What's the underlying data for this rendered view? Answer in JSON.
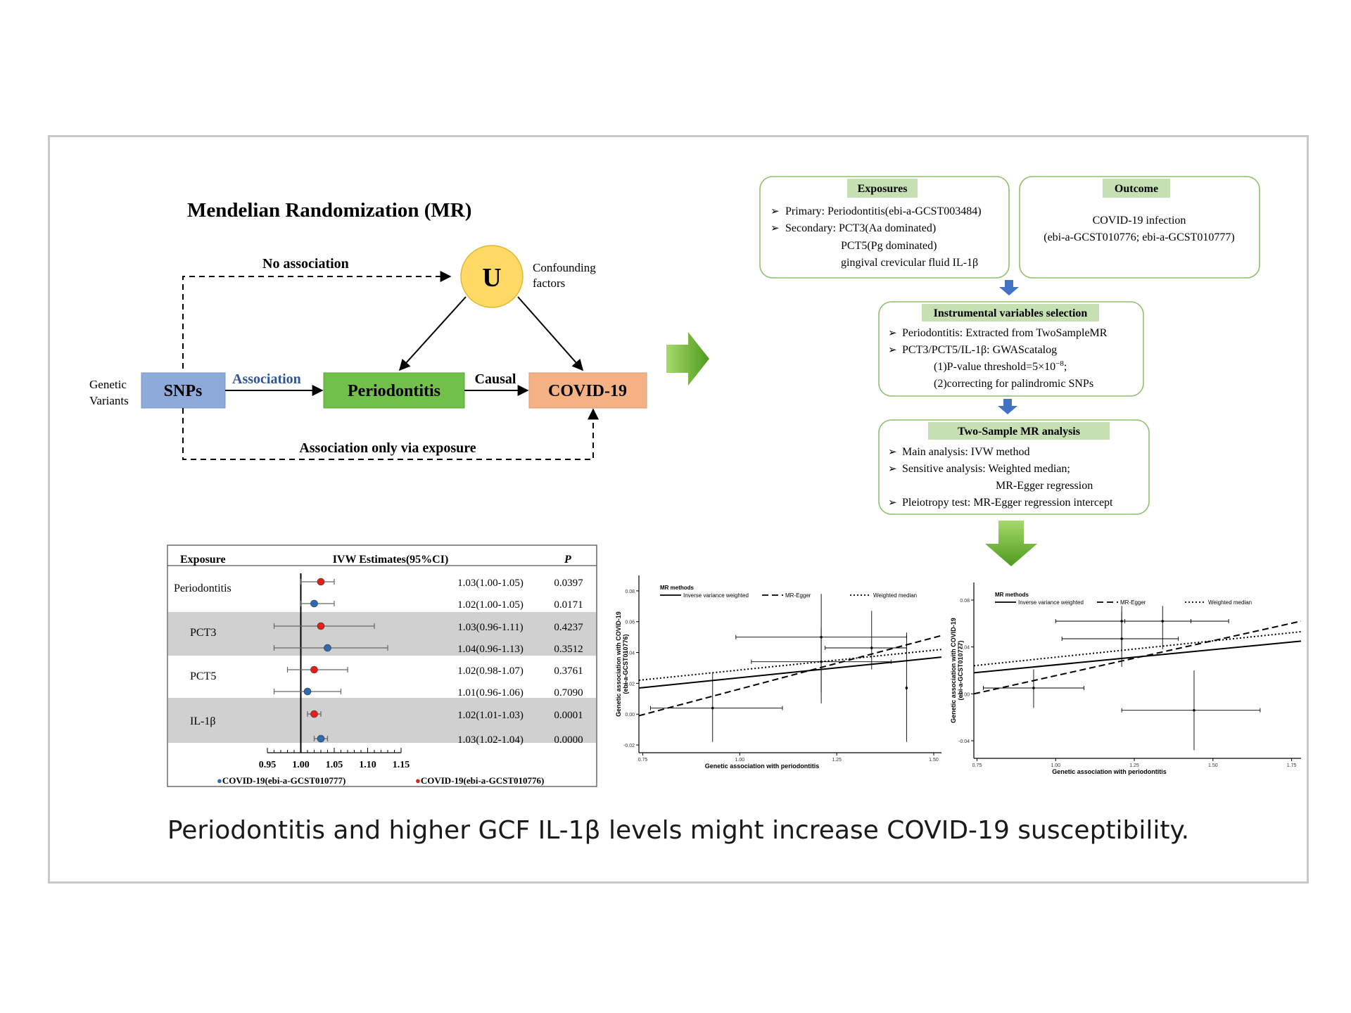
{
  "mr": {
    "title": "Mendelian Randomization (MR)",
    "u": "U",
    "confounding_1": "Confounding",
    "confounding_2": "factors",
    "no_assoc": "No association",
    "genetic_1": "Genetic",
    "genetic_2": "Variants",
    "snps": "SNPs",
    "association": "Association",
    "periodontitis": "Periodontitis",
    "causal": "Causal",
    "covid": "COVID-19",
    "via_exposure": "Association only via exposure",
    "colors": {
      "snps": "#8eaadb",
      "perio": "#70c04a",
      "covid": "#f4b183",
      "u": "#ffd966",
      "assoc_text": "#2f5597"
    }
  },
  "flow": {
    "exposures_title": "Exposures",
    "exposures_lines": [
      "Primary: Periodontitis(ebi-a-GCST003484)",
      "Secondary: PCT3(Aa dominated)",
      "PCT5(Pg dominated)",
      "gingival crevicular fluid IL-1β"
    ],
    "outcome_title": "Outcome",
    "outcome_lines": [
      "COVID-19 infection",
      "(ebi-a-GCST010776; ebi-a-GCST010777)"
    ],
    "iv_title": "Instrumental variables selection",
    "iv_lines": [
      "Periodontitis: Extracted from TwoSampleMR",
      "PCT3/PCT5/IL-1β: GWAScatalog",
      "(1)P-value threshold=5×10",
      "(2)correcting for palindromic SNPs"
    ],
    "iv_sup": "−8",
    "iv_tail": ";",
    "mr_title": "Two-Sample MR analysis",
    "mr_lines": [
      "Main analysis: IVW method",
      "Sensitive analysis: Weighted median;",
      "MR-Egger regression",
      "Pleiotropy test: MR-Egger regression intercept"
    ],
    "colors": {
      "box_border": "#8dc16b",
      "title_bg": "#c6e0b4",
      "arrow": "#4472c4",
      "big_arrow": "#70b62c"
    }
  },
  "forest": {
    "headers": {
      "exposure": "Exposure",
      "estimate": "IVW Estimates(95%CI)",
      "p": "P"
    },
    "groups": [
      "Periodontitis",
      "PCT3",
      "PCT5",
      "IL-1β"
    ],
    "rows": [
      {
        "estimate": "1.03(1.00-1.05)",
        "p": "0.0397"
      },
      {
        "estimate": "1.02(1.00-1.05)",
        "p": "0.0171"
      },
      {
        "estimate": "1.03(0.96-1.11)",
        "p": "0.4237"
      },
      {
        "estimate": "1.04(0.96-1.13)",
        "p": "0.3512"
      },
      {
        "estimate": "1.02(0.98-1.07)",
        "p": "0.3761"
      },
      {
        "estimate": "1.01(0.96-1.06)",
        "p": "0.7090"
      },
      {
        "estimate": "1.02(1.01-1.03)",
        "p": "0.0001"
      },
      {
        "estimate": "1.03(1.02-1.04)",
        "p": "0.0000"
      }
    ],
    "axis_ticks": [
      "0.95",
      "1.00",
      "1.05",
      "1.10",
      "1.15"
    ],
    "legend_blue": "COVID-19(ebi-a-GCST010777)",
    "legend_red": "COVID-19(ebi-a-GCST010776)",
    "colors": {
      "red": "#e0201b",
      "blue": "#2e6ab0",
      "shade": "#d0d0d0"
    }
  },
  "chart_data": [
    {
      "type": "forest",
      "series": [
        {
          "name": "COVID-19(ebi-a-GCST010776)",
          "color": "#e0201b",
          "values": [
            1.03,
            1.03,
            1.02,
            1.02
          ],
          "lower": [
            1.0,
            0.96,
            0.98,
            1.01
          ],
          "upper": [
            1.05,
            1.11,
            1.07,
            1.03
          ]
        },
        {
          "name": "COVID-19(ebi-a-GCST010777)",
          "color": "#2e6ab0",
          "values": [
            1.02,
            1.04,
            1.01,
            1.03
          ],
          "lower": [
            1.0,
            0.96,
            0.96,
            1.02
          ],
          "upper": [
            1.05,
            1.13,
            1.06,
            1.04
          ]
        }
      ],
      "categories": [
        "Periodontitis",
        "PCT3",
        "PCT5",
        "IL-1β"
      ],
      "xlim": [
        0.95,
        1.15
      ]
    },
    {
      "type": "scatter",
      "title": "MR methods",
      "xlabel": "Genetic association with periodontitis",
      "ylabel_1": "Genetic association with COVID-19",
      "ylabel_2": "(ebi-a-GCST010776)",
      "x_ticks": [
        "0.75",
        "1.00",
        "1.25",
        "1.50"
      ],
      "y_ticks": [
        "-0.02",
        "0.00",
        "0.02",
        "0.04",
        "0.06",
        "0.08"
      ],
      "xlim": [
        0.74,
        1.52
      ],
      "ylim": [
        -0.025,
        0.09
      ],
      "legend": [
        "Inverse variance weighted",
        "MR-Egger",
        "Weighted median"
      ],
      "points": [
        {
          "x": 0.93,
          "y": 0.004,
          "xlo": 0.77,
          "xhi": 1.11,
          "ylo": -0.018,
          "yhi": 0.027
        },
        {
          "x": 1.21,
          "y": 0.05,
          "xlo": 0.99,
          "xhi": 1.43,
          "ylo": 0.007,
          "yhi": 0.078
        },
        {
          "x": 1.34,
          "y": 0.043,
          "xlo": 1.22,
          "xhi": 1.43,
          "ylo": 0.029,
          "yhi": 0.067
        },
        {
          "x": 1.21,
          "y": 0.034,
          "xlo": 1.03,
          "xhi": 1.39,
          "ylo": 0.014,
          "yhi": 0.056
        },
        {
          "x": 1.43,
          "y": 0.017,
          "xlo": 1.43,
          "xhi": 1.43,
          "ylo": -0.018,
          "yhi": 0.053
        }
      ],
      "lines": {
        "ivw": [
          [
            0.74,
            0.017
          ],
          [
            1.52,
            0.037
          ]
        ],
        "egger": [
          [
            0.74,
            -0.001
          ],
          [
            1.52,
            0.051
          ]
        ],
        "median": [
          [
            0.74,
            0.022
          ],
          [
            1.52,
            0.042
          ]
        ]
      }
    },
    {
      "type": "scatter",
      "title": "MR methods",
      "xlabel": "Genetic association with periodontitis",
      "ylabel_1": "Genetic association with COVID-19",
      "ylabel_2": "(ebi-a-GCST010777)",
      "x_ticks": [
        "0.75",
        "1.00",
        "1.25",
        "1.50",
        "1.75"
      ],
      "y_ticks": [
        "-0.04",
        "0.00",
        "0.04",
        "0.08"
      ],
      "xlim": [
        0.74,
        1.78
      ],
      "ylim": [
        -0.055,
        0.095
      ],
      "legend": [
        "Inverse variance weighted",
        "MR-Egger",
        "Weighted median"
      ],
      "points": [
        {
          "x": 0.93,
          "y": 0.005,
          "xlo": 0.77,
          "xhi": 1.09,
          "ylo": -0.012,
          "yhi": 0.021
        },
        {
          "x": 1.21,
          "y": 0.062,
          "xlo": 1.0,
          "xhi": 1.43,
          "ylo": 0.038,
          "yhi": 0.075
        },
        {
          "x": 1.34,
          "y": 0.062,
          "xlo": 1.22,
          "xhi": 1.55,
          "ylo": 0.038,
          "yhi": 0.075
        },
        {
          "x": 1.21,
          "y": 0.047,
          "xlo": 1.02,
          "xhi": 1.39,
          "ylo": 0.023,
          "yhi": 0.07
        },
        {
          "x": 1.44,
          "y": -0.014,
          "xlo": 1.21,
          "xhi": 1.65,
          "ylo": -0.048,
          "yhi": 0.02
        }
      ],
      "lines": {
        "ivw": [
          [
            0.74,
            0.018
          ],
          [
            1.78,
            0.045
          ]
        ],
        "egger": [
          [
            0.74,
            0.0
          ],
          [
            1.78,
            0.062
          ]
        ],
        "median": [
          [
            0.74,
            0.024
          ],
          [
            1.78,
            0.053
          ]
        ]
      }
    }
  ],
  "caption": "Periodontitis and higher GCF IL-1β levels might increase COVID-19 susceptibility."
}
